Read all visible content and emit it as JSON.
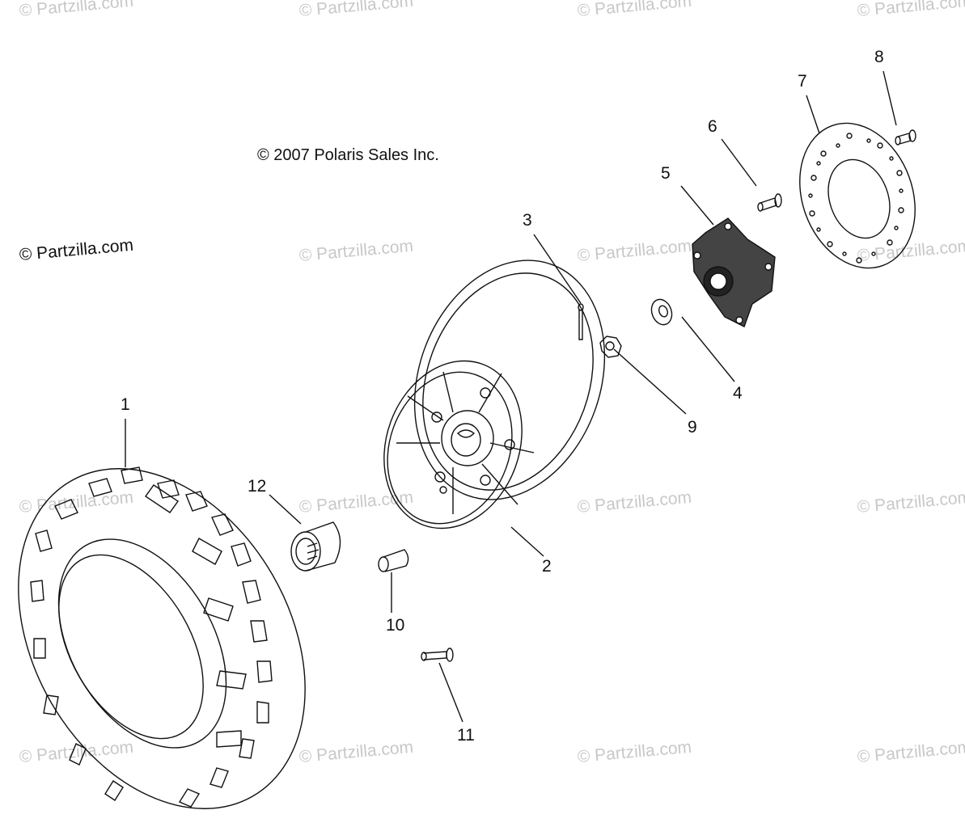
{
  "diagram": {
    "copyright": "© 2007 Polaris Sales Inc.",
    "main_watermark": "© Partzilla.com",
    "watermarks": [
      "© Partzilla.com",
      "© Partzilla.com",
      "© Partzilla.com",
      "© Partzilla.com",
      "© Partzilla.com",
      "© Partzilla.com",
      "© Partzilla.com",
      "© Partzilla.com",
      "© Partzilla.com",
      "© Partzilla.com",
      "© Partzilla.com",
      "© Partzilla.com",
      "© Partzilla.com",
      "© Partzilla.com",
      "© Partzilla.com"
    ],
    "callouts": [
      {
        "id": "1",
        "part": "tire"
      },
      {
        "id": "2",
        "part": "wheel-rim"
      },
      {
        "id": "3",
        "part": "cotter-pin"
      },
      {
        "id": "4",
        "part": "washer"
      },
      {
        "id": "5",
        "part": "hub"
      },
      {
        "id": "6",
        "part": "hub-bolt"
      },
      {
        "id": "7",
        "part": "brake-disc"
      },
      {
        "id": "8",
        "part": "disc-bolt"
      },
      {
        "id": "9",
        "part": "castle-nut"
      },
      {
        "id": "10",
        "part": "lug-nut"
      },
      {
        "id": "11",
        "part": "wheel-stud"
      },
      {
        "id": "12",
        "part": "hub-cap"
      }
    ],
    "colors": {
      "line": "#111111",
      "watermark": "#c8c8c8",
      "background": "#ffffff"
    }
  }
}
